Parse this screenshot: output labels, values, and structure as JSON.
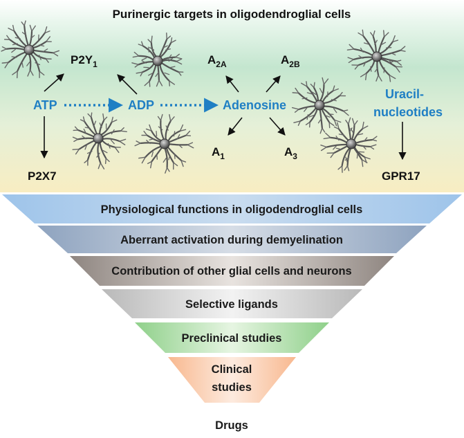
{
  "title": "Purinergic targets in oligodendroglial cells",
  "nucleotides": {
    "atp": "ATP",
    "adp": "ADP",
    "adenosine": "Adenosine",
    "uracil_line1": "Uracil-",
    "uracil_line2": "nucleotides"
  },
  "receptors": {
    "p2y1_base": "P2Y",
    "p2y1_sub": "1",
    "p2x7": "P2X7",
    "a2a_base": "A",
    "a2a_sub": "2A",
    "a2b_base": "A",
    "a2b_sub": "2B",
    "a1_base": "A",
    "a1_sub": "1",
    "a3_base": "A",
    "a3_sub": "3",
    "gpr17": "GPR17"
  },
  "pyramid": [
    {
      "label": "Physiological functions in oligodendroglial cells",
      "color": "#aecbe8"
    },
    {
      "label": "Aberrant activation during demyelination",
      "color": "#9fb0c6"
    },
    {
      "label": "Contribution of other glial cells and neurons",
      "color": "#a39c98"
    },
    {
      "label": "Selective ligands",
      "color": "#c9c9c9"
    },
    {
      "label": "Preclinical studies",
      "color": "#a7d8a1"
    },
    {
      "label_line1": "Clinical",
      "label_line2": "studies",
      "color": "#f7c6a8"
    }
  ],
  "drugs": "Drugs",
  "colors": {
    "panel_top": "#c4e6cf",
    "panel_bottom": "#f6ecc4",
    "nucleotide_blue": "#1f7fc4"
  }
}
